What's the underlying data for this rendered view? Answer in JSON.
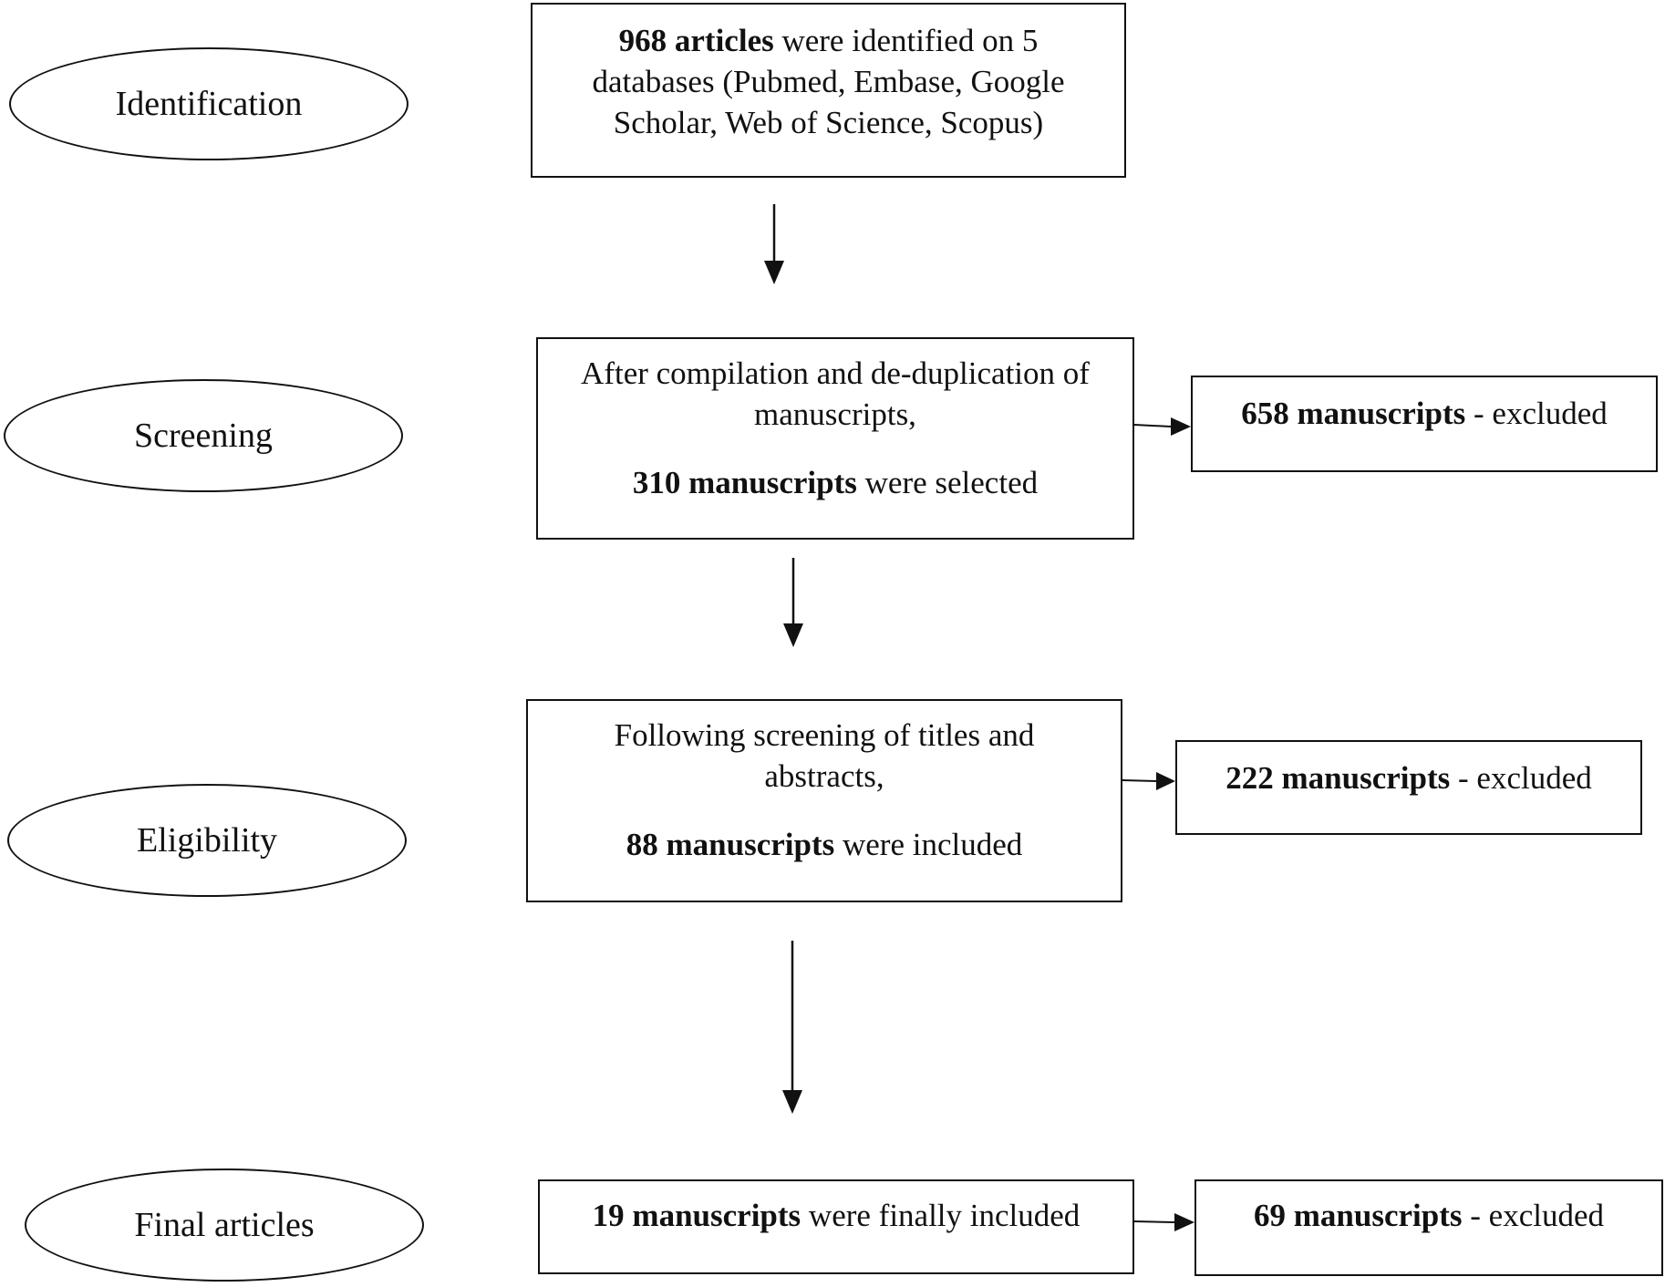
{
  "stages": {
    "identification": "Identification",
    "screening": "Screening",
    "eligibility": "Eligibility",
    "final": "Final articles"
  },
  "boxes": {
    "identification": {
      "bold": "968 articles",
      "line1_rest": " were identified on 5",
      "line2": "databases (Pubmed, Embase, Google",
      "line3": "Scholar, Web of Science, Scopus)"
    },
    "screening": {
      "line1": "After compilation and de-duplication of",
      "line2": "manuscripts,",
      "bold": "310 manuscripts",
      "rest": " were selected"
    },
    "screening_excluded": {
      "bold": "658 manuscripts",
      "rest": " - excluded"
    },
    "eligibility": {
      "line1": "Following screening of titles and",
      "line2": "abstracts,",
      "bold": "88 manuscripts",
      "rest": " were included"
    },
    "eligibility_excluded": {
      "bold": "222 manuscripts",
      "rest": " - excluded"
    },
    "final": {
      "bold": "19 manuscripts",
      "rest": " were finally included"
    },
    "final_excluded": {
      "bold": "69 manuscripts",
      "rest": " - excluded"
    }
  }
}
